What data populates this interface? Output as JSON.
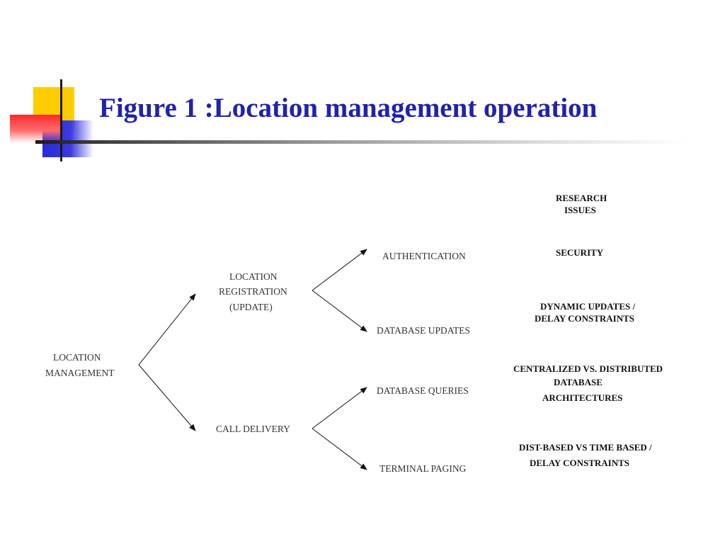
{
  "slide": {
    "title": "Figure 1 :Location management operation"
  },
  "diagram": {
    "nodes": {
      "root": [
        "LOCATION",
        "MANAGEMENT"
      ],
      "registration": [
        "LOCATION",
        "REGISTRATION",
        "(UPDATE)"
      ],
      "call_delivery": [
        "CALL DELIVERY"
      ],
      "authentication": [
        "AUTHENTICATION"
      ],
      "database_updates": [
        "DATABASE UPDATES"
      ],
      "database_queries": [
        "DATABASE QUERIES"
      ],
      "terminal_paging": [
        "TERMINAL PAGING"
      ]
    },
    "research_issues": {
      "header": [
        "RESEARCH",
        "ISSUES"
      ],
      "security": [
        "SECURITY"
      ],
      "dynamic_updates": [
        "DYNAMIC UPDATES /",
        "DELAY CONSTRAINTS"
      ],
      "centralized": [
        "CENTRALIZED VS. DISTRIBUTED",
        "DATABASE",
        "ARCHITECTURES"
      ],
      "dist_based": [
        "DIST-BASED VS TIME BASED /",
        "DELAY CONSTRAINTS"
      ]
    },
    "colors": {
      "title": "#2222aa",
      "node_text": "#333333",
      "issue_text": "#111111",
      "edges": "#111111"
    }
  }
}
